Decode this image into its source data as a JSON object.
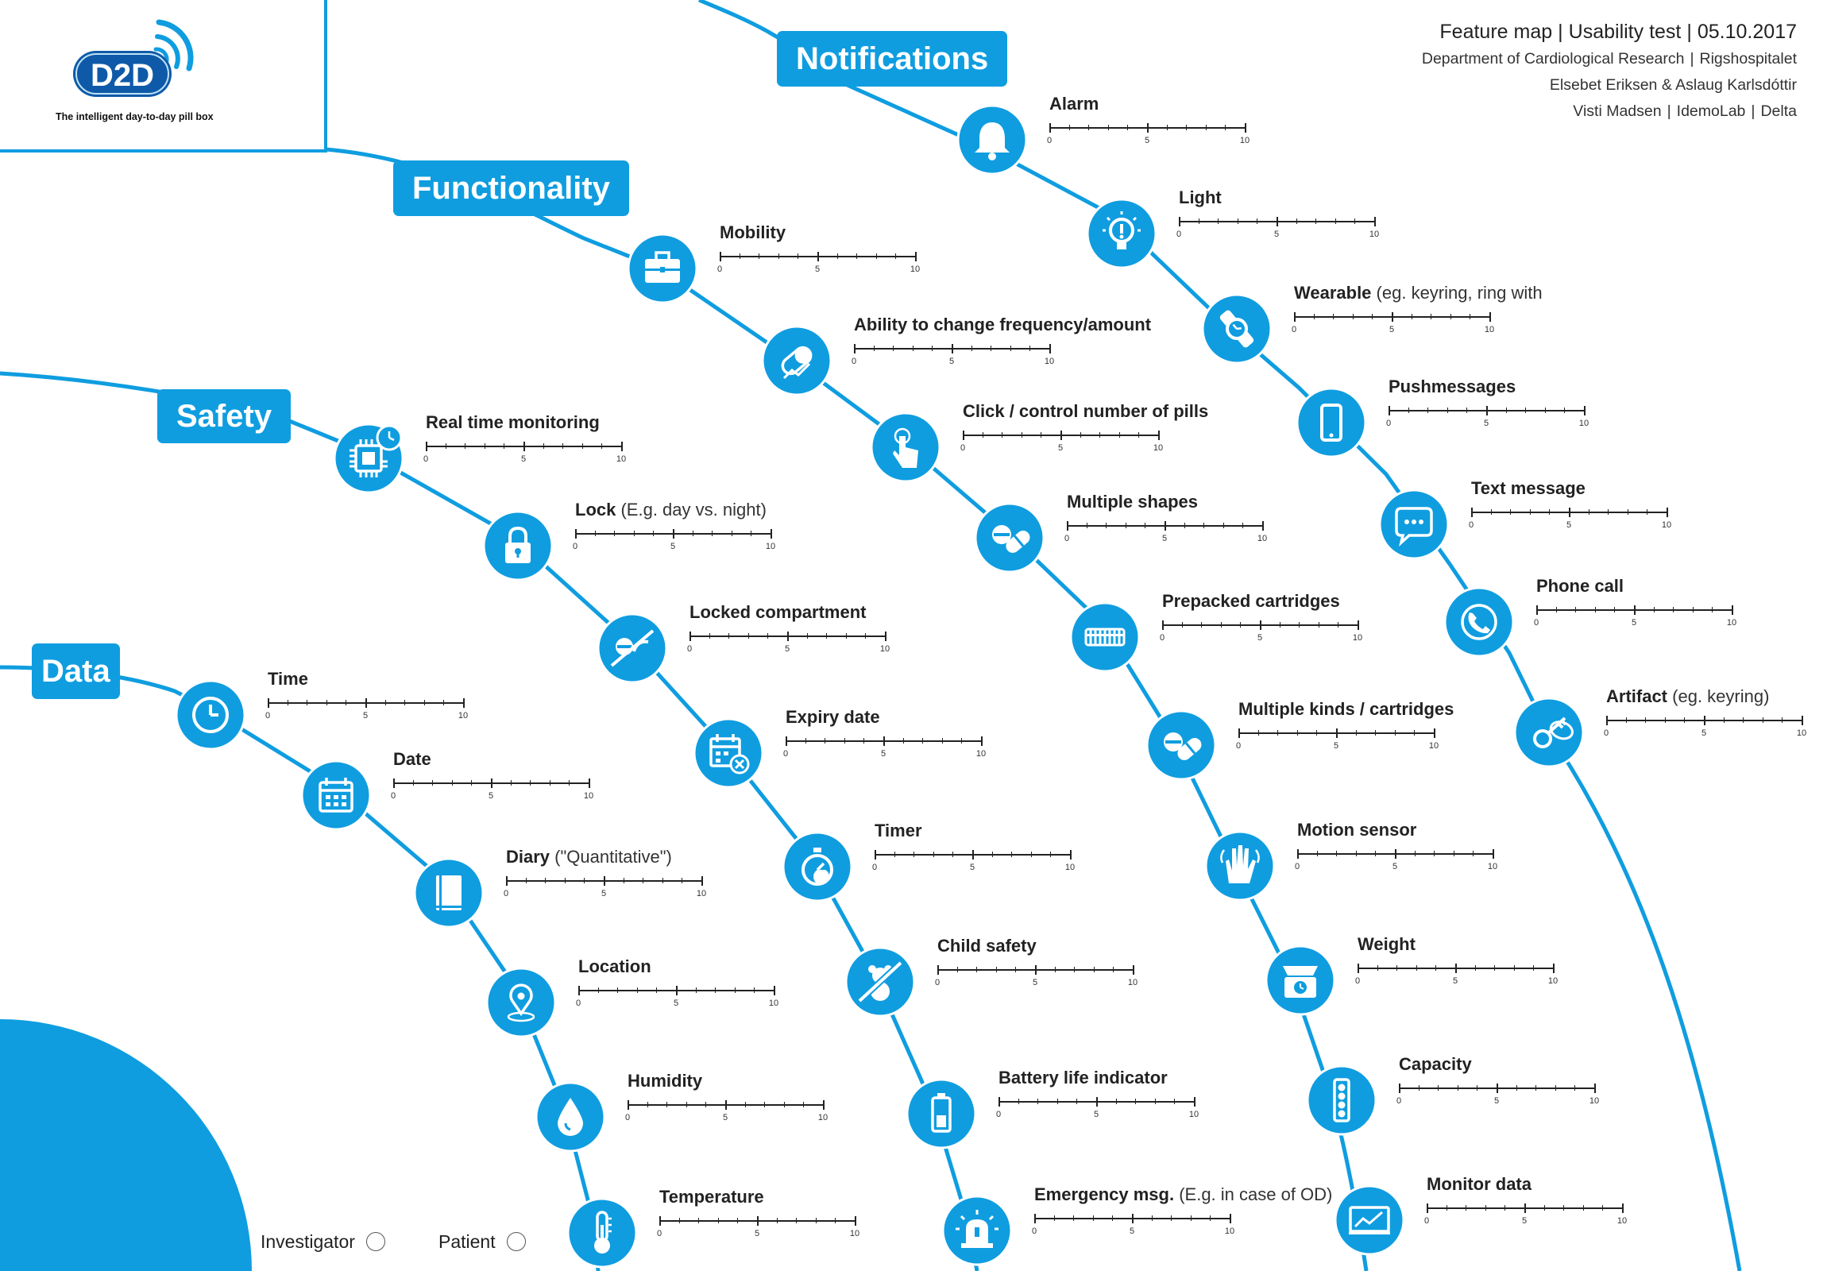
{
  "brand": {
    "logo_text": "D2D",
    "tagline": "The intelligent day-to-day pill box"
  },
  "header": {
    "title": [
      "Feature map",
      "Usability test",
      "05.10.2017"
    ],
    "lines": [
      [
        "Department of Cardiological Research",
        "Rigshospitalet"
      ],
      [
        "Elsebet Eriksen & Aslaug Karlsdóttir"
      ],
      [
        "Visti Madsen",
        "IdemoLab",
        "Delta"
      ]
    ]
  },
  "scale": {
    "min": "0",
    "mid": "5",
    "max": "10"
  },
  "colors": {
    "accent": "#0f9de0",
    "text": "#222222"
  },
  "categories": [
    {
      "label": "Notifications",
      "features": [
        {
          "name": "Alarm",
          "note": "",
          "icon": "bell-icon"
        },
        {
          "name": "Light",
          "note": "",
          "icon": "light-bulb-icon"
        },
        {
          "name": "Wearable",
          "note": "(eg. keyring, ring with",
          "icon": "watch-icon"
        },
        {
          "name": "Pushmessages",
          "note": "",
          "icon": "smartphone-icon"
        },
        {
          "name": "Text message",
          "note": "",
          "icon": "chat-bubble-icon"
        },
        {
          "name": "Phone call",
          "note": "",
          "icon": "phone-icon"
        },
        {
          "name": "Artifact",
          "note": "(eg. keyring)",
          "icon": "keyring-icon"
        }
      ]
    },
    {
      "label": "Functionality",
      "features": [
        {
          "name": "Mobility",
          "note": "",
          "icon": "briefcase-icon"
        },
        {
          "name": "Ability to change frequency/amount",
          "note": "",
          "icon": "pill-arrow-icon"
        },
        {
          "name": "Click / control number of pills",
          "note": "",
          "icon": "touch-hand-icon"
        },
        {
          "name": "Multiple shapes",
          "note": "",
          "icon": "pills-icon"
        },
        {
          "name": "Prepacked cartridges",
          "note": "",
          "icon": "cartridge-icon"
        },
        {
          "name": "Multiple kinds / cartridges",
          "note": "",
          "icon": "pills-icon"
        },
        {
          "name": "Motion sensor",
          "note": "",
          "icon": "waving-hand-icon"
        },
        {
          "name": "Weight",
          "note": "",
          "icon": "scale-icon"
        },
        {
          "name": "Capacity",
          "note": "",
          "icon": "capacity-bar-icon"
        },
        {
          "name": "Monitor data",
          "note": "",
          "icon": "monitor-chart-icon"
        }
      ]
    },
    {
      "label": "Safety",
      "features": [
        {
          "name": "Real time monitoring",
          "note": "",
          "icon": "chip-clock-icon"
        },
        {
          "name": "Lock",
          "note": "(E.g. day vs. night)",
          "icon": "padlock-icon"
        },
        {
          "name": "Locked compartment",
          "note": "",
          "icon": "no-pills-icon"
        },
        {
          "name": "Expiry date",
          "note": "",
          "icon": "calendar-x-icon"
        },
        {
          "name": "Timer",
          "note": "",
          "icon": "stopwatch-icon"
        },
        {
          "name": "Child safety",
          "note": "",
          "icon": "no-teddy-icon"
        },
        {
          "name": "Battery life indicator",
          "note": "",
          "icon": "battery-icon"
        },
        {
          "name": "Emergency msg.",
          "note": "(E.g. in case of OD)",
          "icon": "siren-icon"
        }
      ]
    },
    {
      "label": "Data",
      "features": [
        {
          "name": "Time",
          "note": "",
          "icon": "clock-icon"
        },
        {
          "name": "Date",
          "note": "",
          "icon": "calendar-icon"
        },
        {
          "name": "Diary",
          "note": "(\"Quantitative\")",
          "icon": "book-icon"
        },
        {
          "name": "Location",
          "note": "",
          "icon": "location-pin-icon"
        },
        {
          "name": "Humidity",
          "note": "",
          "icon": "water-drop-icon"
        },
        {
          "name": "Temperature",
          "note": "",
          "icon": "thermometer-icon"
        }
      ]
    }
  ],
  "legend": {
    "investigator": "Investigator",
    "patient": "Patient"
  }
}
